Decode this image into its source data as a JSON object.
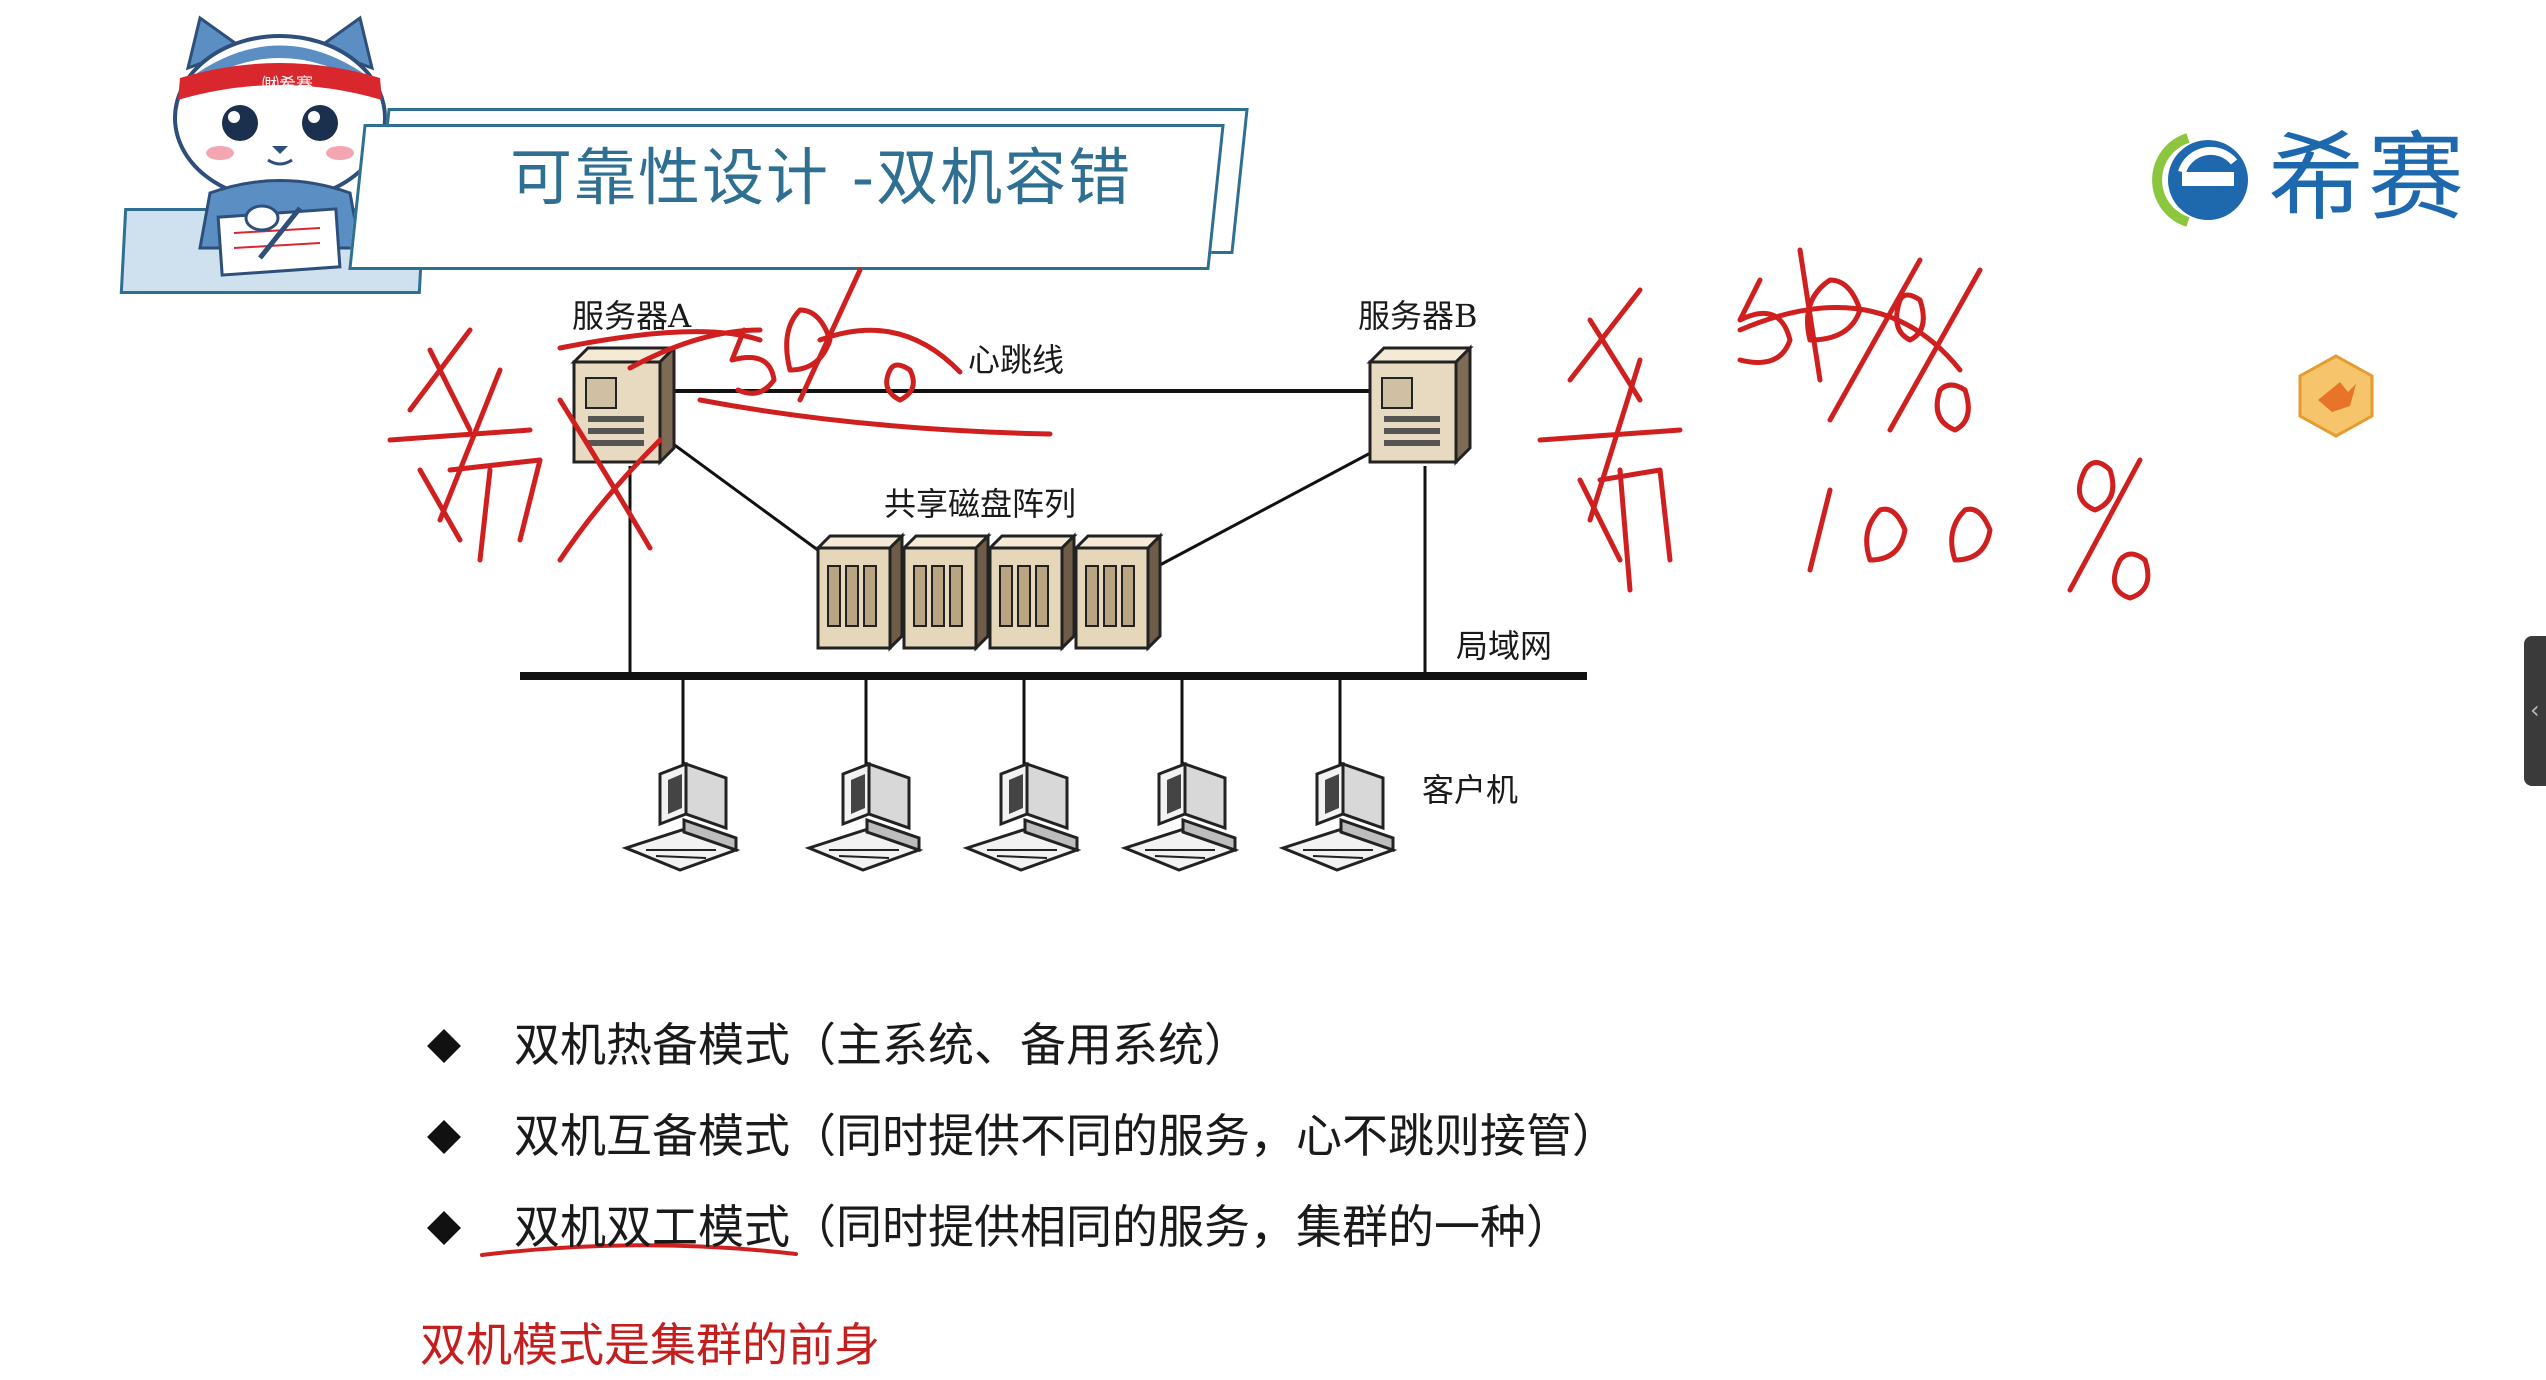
{
  "slide": {
    "title": "可靠性设计 -双机容错",
    "mascot_badge": "㈶希赛"
  },
  "logo": {
    "text": "希赛",
    "color": "#1e68ad",
    "accent": "#8cc63f"
  },
  "diagram": {
    "server_a": "服务器A",
    "server_b": "服务器B",
    "heartbeat": "心跳线",
    "shared_disk": "共享磁盘阵列",
    "lan": "局域网",
    "clients": "客户机"
  },
  "bullets": [
    {
      "main": "双机热备模式",
      "detail": "（主系统、备用系统）"
    },
    {
      "main": "双机互备模式",
      "detail": "（同时提供不同的服务，心不跳则接管）"
    },
    {
      "main": "双机双工模式",
      "detail": "（同时提供相同的服务，集群的一种）"
    }
  ],
  "note": "双机模式是集群的前身",
  "annotation_color": "#d01f1f",
  "right_edge_icon": "chevron-left-icon",
  "player_icon": "bird-hexagon-icon"
}
